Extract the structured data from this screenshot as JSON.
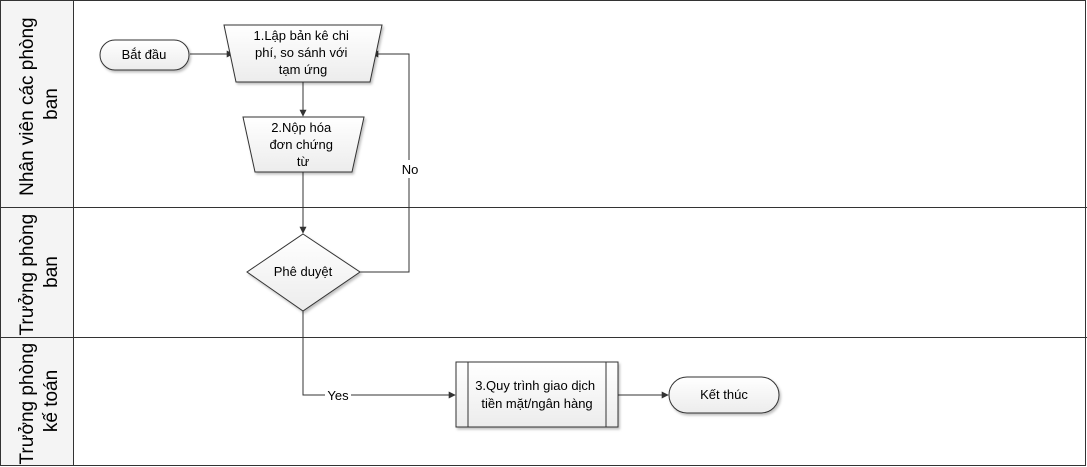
{
  "lanes": [
    {
      "id": "lane1",
      "lines": [
        "Nhân viên các phòng",
        "ban"
      ]
    },
    {
      "id": "lane2",
      "lines": [
        "Trưởng phòng",
        "ban"
      ]
    },
    {
      "id": "lane3",
      "lines": [
        "Trưởng phòng",
        "kế toán"
      ]
    }
  ],
  "nodes": {
    "start": "Bắt đầu",
    "step1": [
      "1.Lập bản kê chi",
      "phí, so sánh với",
      "tạm ứng"
    ],
    "step2": [
      "2.Nộp hóa",
      "đơn chứng",
      "từ"
    ],
    "decision": "Phê duyệt",
    "step3": [
      "3.Quy trình giao dịch",
      "tiền mặt/ngân hàng"
    ],
    "end": "Kết thúc"
  },
  "edges": {
    "no_label": "No",
    "yes_label": "Yes"
  }
}
